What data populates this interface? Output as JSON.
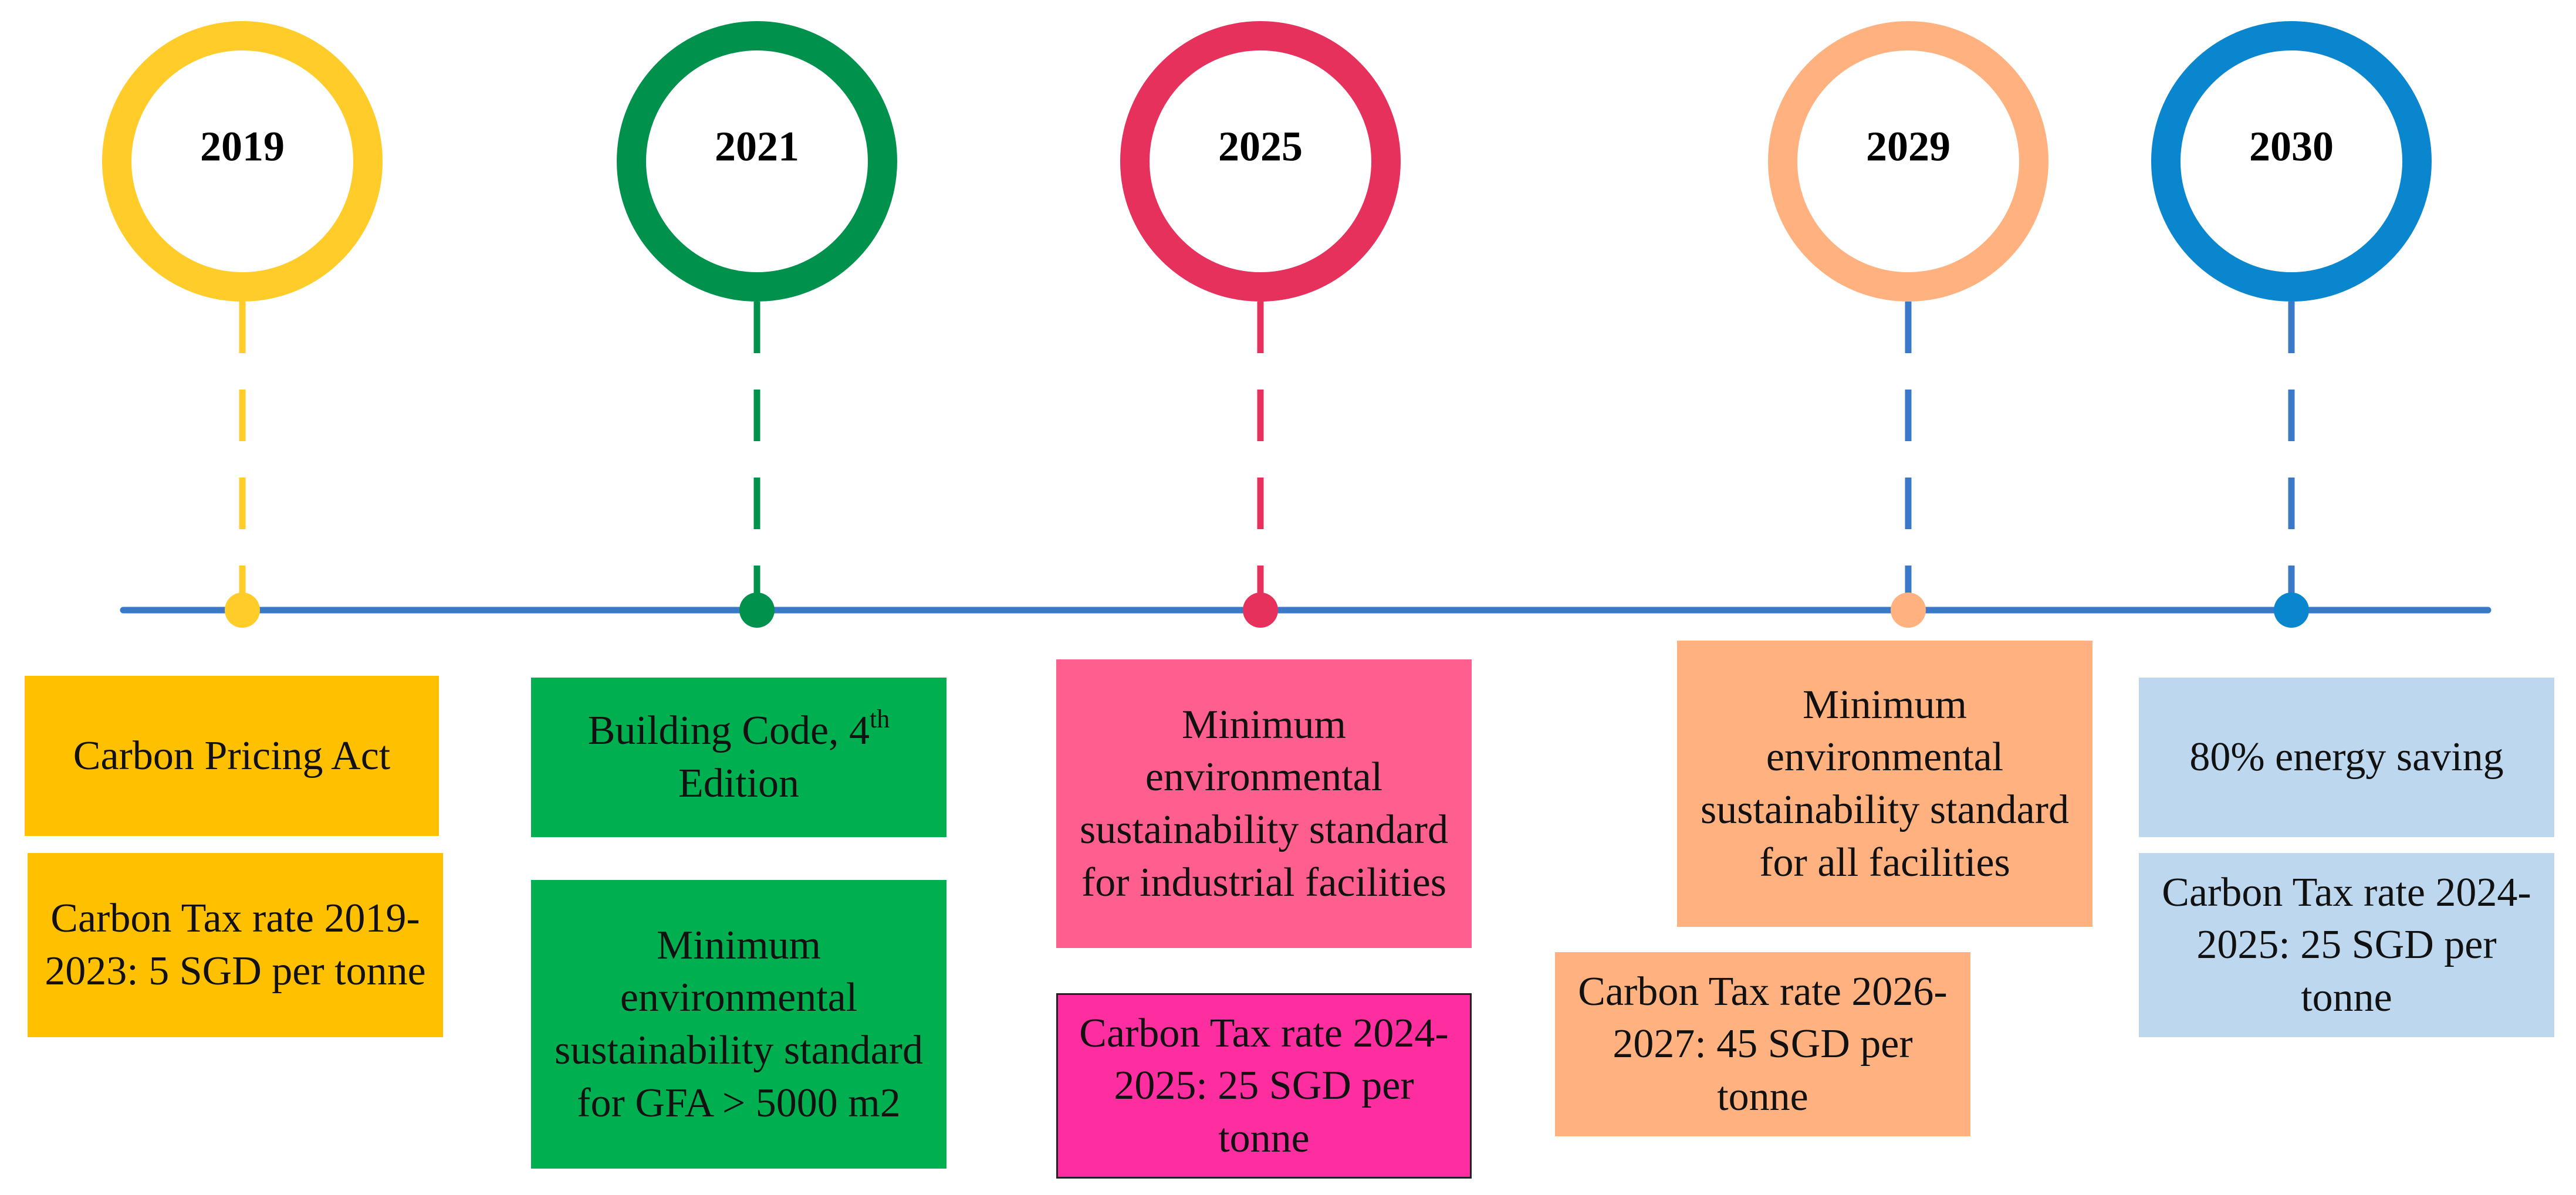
{
  "milestones": [
    {
      "year": "2019",
      "color": "#FFCC29",
      "events": [
        {
          "text": "Carbon Pricing Act",
          "bg": "#FFC000"
        },
        {
          "text": "Carbon Tax rate 2019-2023: 5 SGD per tonne",
          "bg": "#FFC000"
        }
      ]
    },
    {
      "year": "2021",
      "color": "#00914C",
      "events": [
        {
          "text": "Building Code, 4",
          "sup": "th",
          "text2": "Edition",
          "bg": "#00B050"
        },
        {
          "text": "Minimum environmental sustainability standard for GFA > 5000 m2",
          "bg": "#00B050"
        }
      ]
    },
    {
      "year": "2025",
      "color": "#E5315B",
      "events": [
        {
          "text": "Minimum environmental sustainability standard for industrial facilities",
          "bg": "#FF5F8F"
        },
        {
          "text": "Carbon Tax rate 2024-2025: 25 SGD per tonne",
          "bg": "#FF2EA0"
        }
      ]
    },
    {
      "year": "2029",
      "color": "#FFB27F",
      "events": [
        {
          "text": "Minimum environmental sustainability standard for all facilities",
          "bg": "#FFB27F"
        },
        {
          "text": "Carbon Tax rate 2026-2027: 45 SGD per tonne",
          "bg": "#FFB27F"
        }
      ]
    },
    {
      "year": "2030",
      "color": "#0A86CE",
      "events": [
        {
          "text": "80% energy saving",
          "bg": "#BDD7EE"
        },
        {
          "text": "Carbon Tax rate 2024-2025: 25 SGD per tonne",
          "bg": "#BDD7EE"
        }
      ]
    }
  ],
  "axis_color": "#3A78C8"
}
